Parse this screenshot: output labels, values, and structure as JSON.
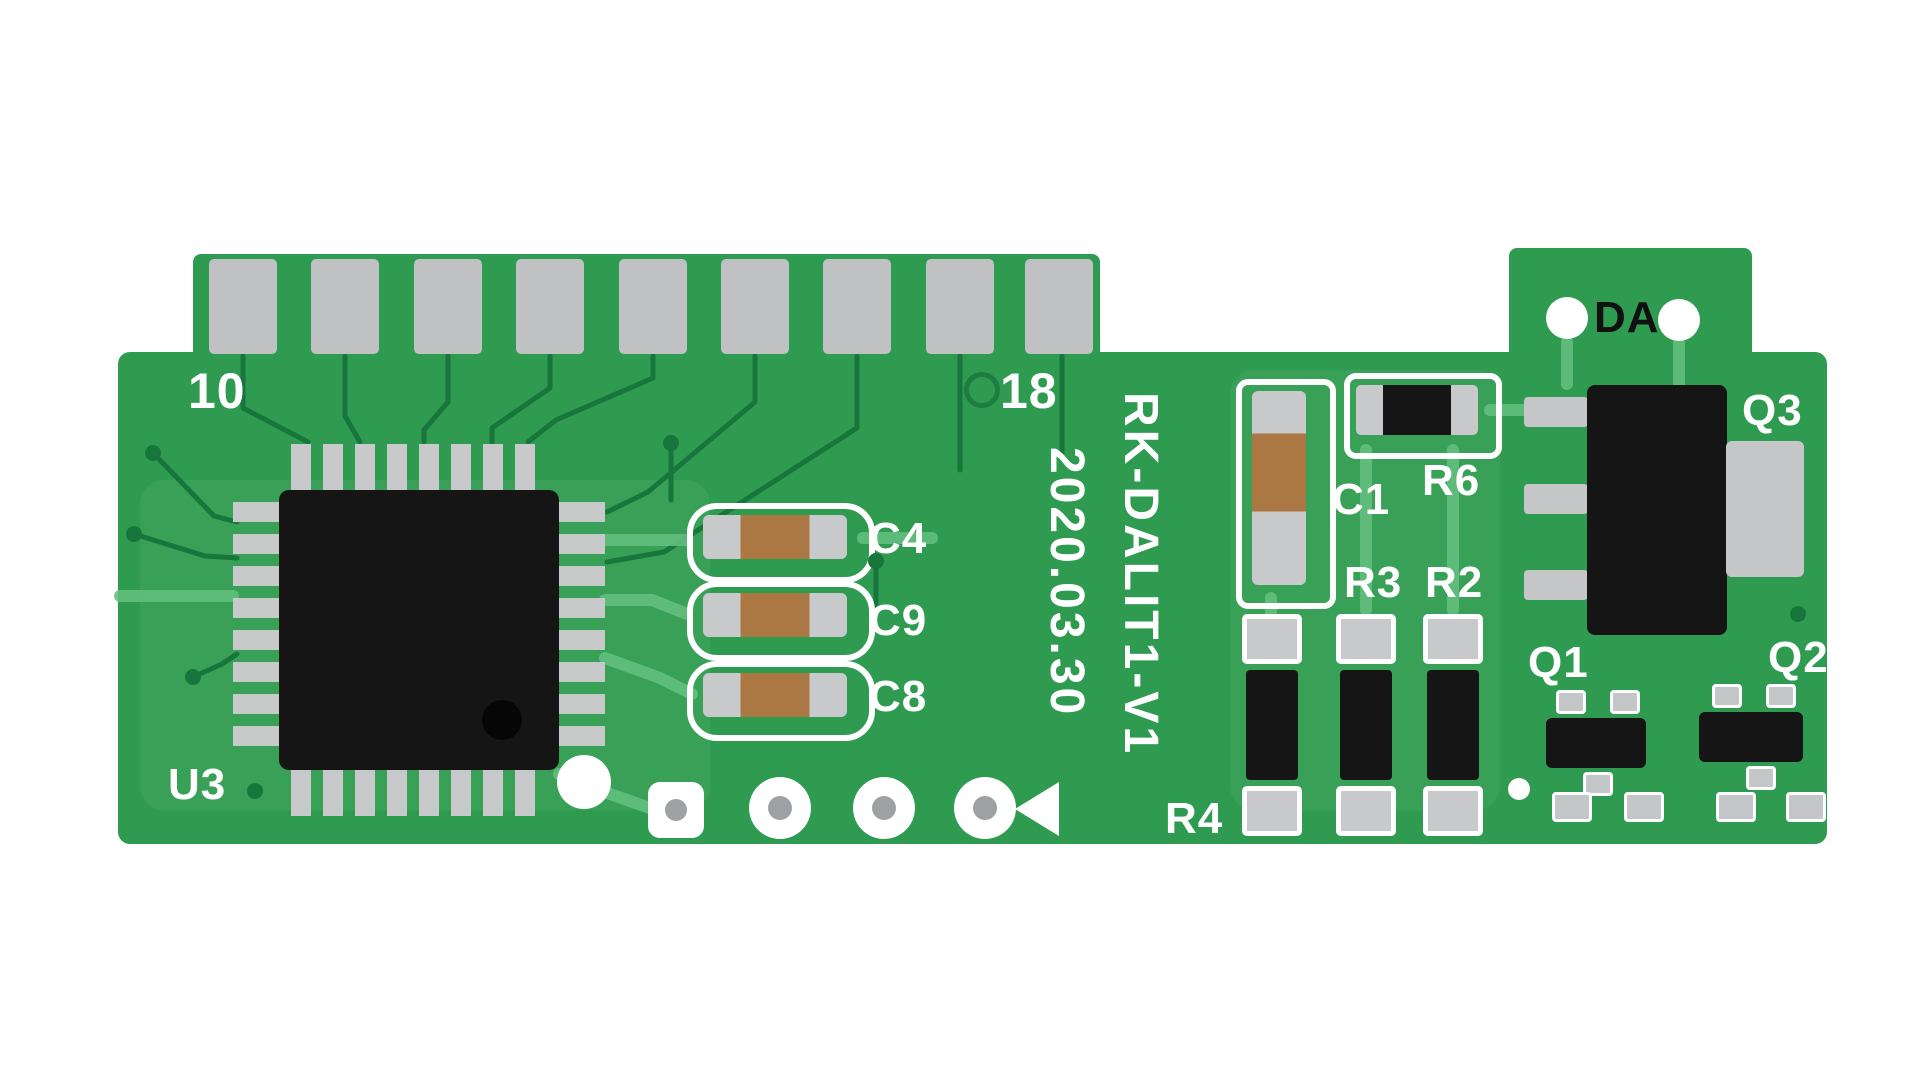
{
  "board": {
    "silkscreen": {
      "model": "RK-DALIT1-V1",
      "date": "2020.03.30",
      "pin_first": "10",
      "pin_last": "18",
      "u3": "U3",
      "c4": "C4",
      "c9": "C9",
      "c8": "C8",
      "c1": "C1",
      "r6": "R6",
      "r3": "R3",
      "r2": "R2",
      "r4": "R4",
      "q1": "Q1",
      "q2": "Q2",
      "q3": "Q3",
      "da": "DA"
    },
    "colors": {
      "pcb_green": "#2f9b50",
      "trace_dark_green": "#17763b",
      "trace_light_green": "#63bf7e",
      "pad_silver": "#bfc1c3",
      "silkscreen_white": "#ffffff",
      "component_black": "#151515",
      "capacitor_body_tan": "#ab7743",
      "background_white": "#ffffff"
    }
  }
}
